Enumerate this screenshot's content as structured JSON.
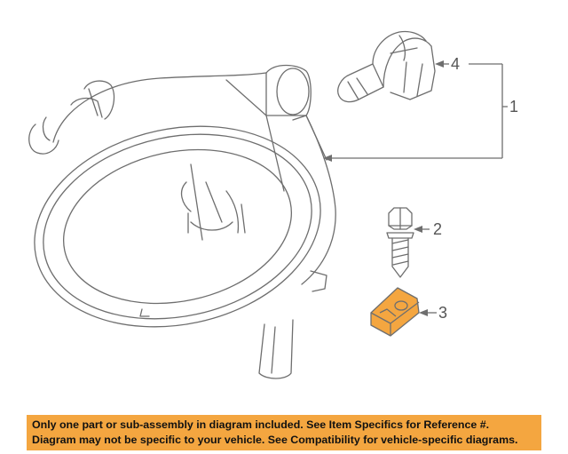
{
  "callouts": {
    "headlamp_assembly": "1",
    "screw": "2",
    "clip_nut": "3",
    "bulb": "4"
  },
  "colors": {
    "highlighted_part": "#f4a640",
    "banner": "#f4a640",
    "line": "#6e6e6e"
  },
  "notice": {
    "line1": "Only one part or sub-assembly in diagram included. See Item Specifics for Reference #.",
    "line2": "Diagram may not be specific to your vehicle. See Compatibility for vehicle-specific diagrams."
  }
}
